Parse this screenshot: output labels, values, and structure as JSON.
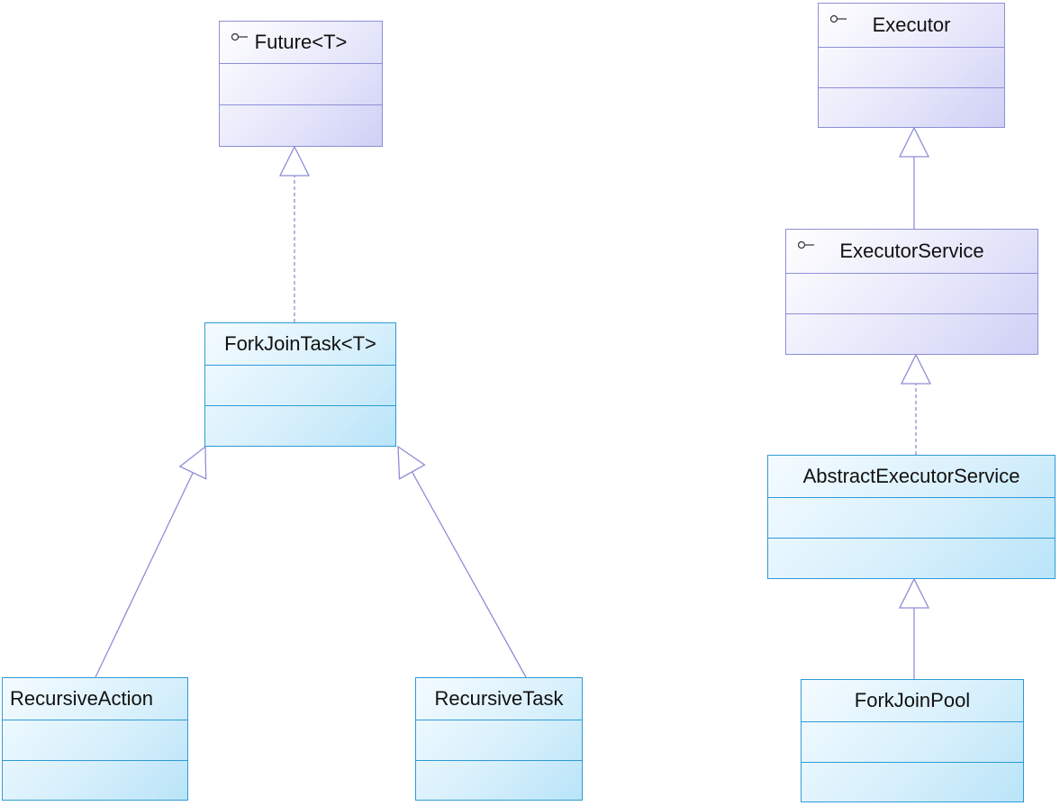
{
  "diagram": {
    "nodes": [
      {
        "id": "future",
        "label": "Future<T>",
        "kind": "interface",
        "icon": "interface-lollipop-icon"
      },
      {
        "id": "forkjointask",
        "label": "ForkJoinTask<T>",
        "kind": "class"
      },
      {
        "id": "recursiveaction",
        "label": "RecursiveAction",
        "kind": "class"
      },
      {
        "id": "recursivetask",
        "label": "RecursiveTask",
        "kind": "class"
      },
      {
        "id": "executor",
        "label": "Executor",
        "kind": "interface",
        "icon": "interface-lollipop-icon"
      },
      {
        "id": "executorservice",
        "label": "ExecutorService",
        "kind": "interface",
        "icon": "interface-lollipop-icon"
      },
      {
        "id": "abstractexecutorservice",
        "label": "AbstractExecutorService",
        "kind": "class"
      },
      {
        "id": "forkjoinpool",
        "label": "ForkJoinPool",
        "kind": "class"
      }
    ],
    "edges": [
      {
        "from": "forkjointask",
        "to": "future",
        "type": "realization"
      },
      {
        "from": "recursiveaction",
        "to": "forkjointask",
        "type": "generalization"
      },
      {
        "from": "recursivetask",
        "to": "forkjointask",
        "type": "generalization"
      },
      {
        "from": "executorservice",
        "to": "executor",
        "type": "generalization"
      },
      {
        "from": "abstractexecutorservice",
        "to": "executorservice",
        "type": "realization"
      },
      {
        "from": "forkjoinpool",
        "to": "abstractexecutorservice",
        "type": "generalization"
      }
    ],
    "colors": {
      "interface_border": "#8c8fd6",
      "class_border": "#2e9bd6",
      "edge": "#8c8fd6"
    }
  }
}
